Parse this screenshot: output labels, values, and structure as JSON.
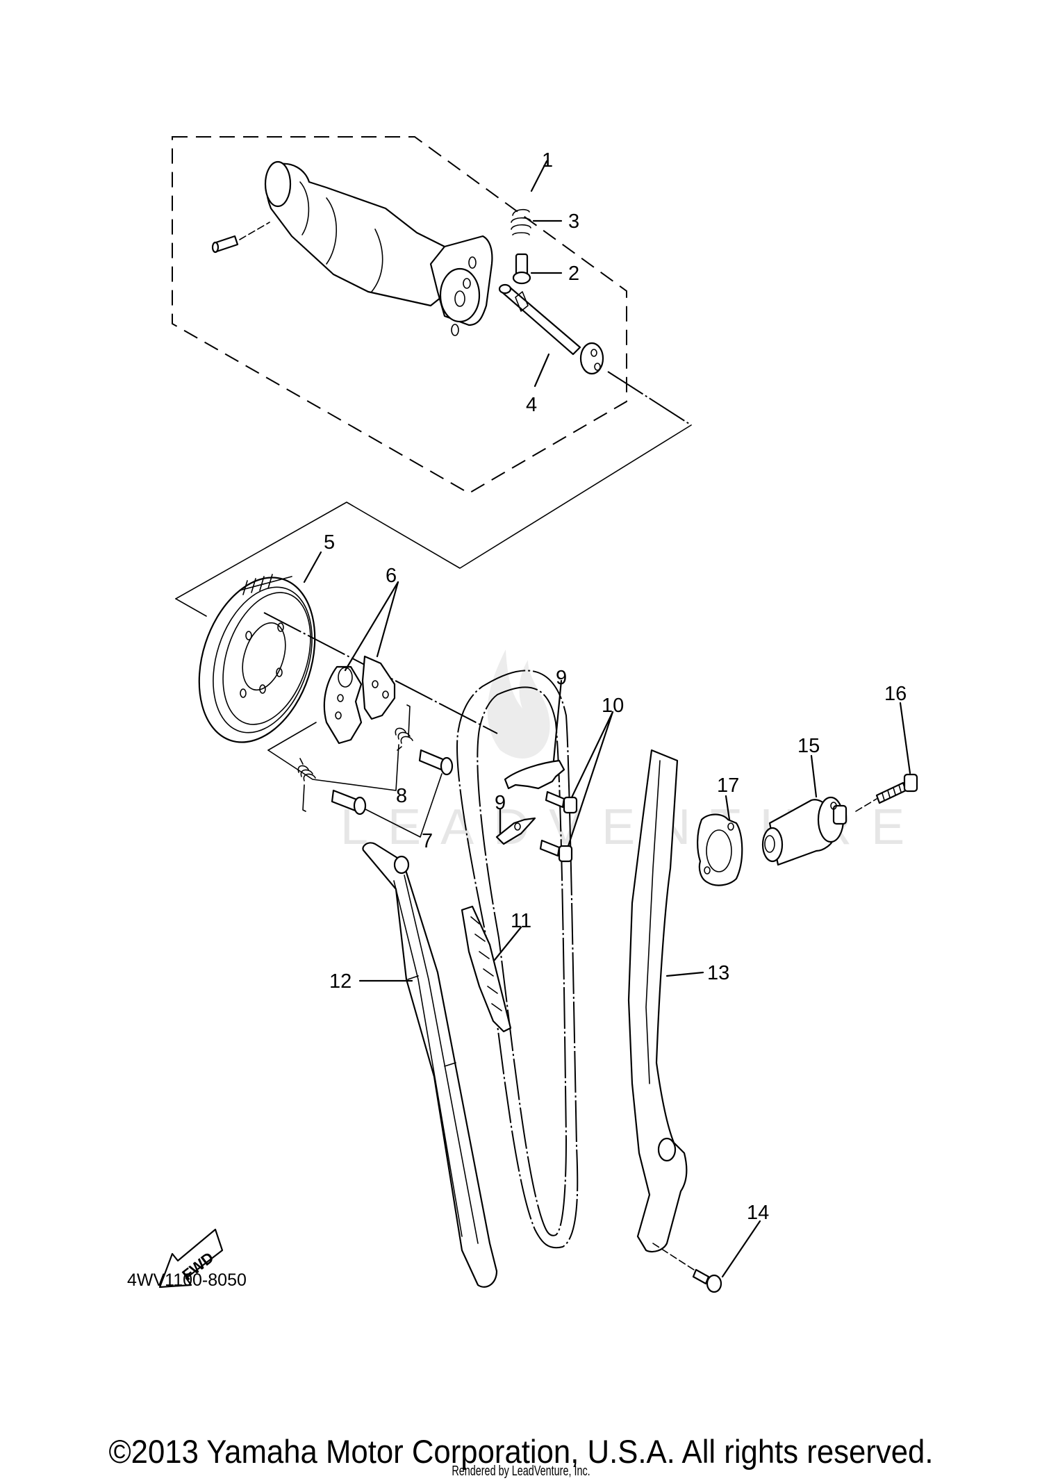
{
  "diagram": {
    "title": "Camshaft & Timing Chain",
    "watermark": "LEADVENTURE",
    "diagram_code": "4WV1100-8050",
    "fwd_label": "FWD",
    "callouts": [
      {
        "id": "1",
        "part": "camshaft-assembly"
      },
      {
        "id": "2",
        "part": "pin"
      },
      {
        "id": "3",
        "part": "spring"
      },
      {
        "id": "4",
        "part": "decompression-shaft"
      },
      {
        "id": "5",
        "part": "cam-sprocket"
      },
      {
        "id": "6",
        "part": "decompression-plates"
      },
      {
        "id": "7",
        "part": "dowel-pins"
      },
      {
        "id": "8",
        "part": "springs"
      },
      {
        "id": "9",
        "part": "lock-washer-upper"
      },
      {
        "id": "9b",
        "label": "9",
        "part": "lock-washer-lower"
      },
      {
        "id": "10",
        "part": "bolts"
      },
      {
        "id": "11",
        "part": "timing-chain"
      },
      {
        "id": "12",
        "part": "chain-guide-exhaust"
      },
      {
        "id": "13",
        "part": "chain-guide-intake"
      },
      {
        "id": "14",
        "part": "bolt"
      },
      {
        "id": "15",
        "part": "tensioner-assembly"
      },
      {
        "id": "16",
        "part": "bolt"
      },
      {
        "id": "17",
        "part": "gasket"
      }
    ],
    "labels": {
      "c1": "1",
      "c2": "2",
      "c3": "3",
      "c4": "4",
      "c5": "5",
      "c6": "6",
      "c7": "7",
      "c8": "8",
      "c9a": "9",
      "c9b": "9",
      "c10": "10",
      "c11": "11",
      "c12": "12",
      "c13": "13",
      "c14": "14",
      "c15": "15",
      "c16": "16",
      "c17": "17"
    }
  },
  "footer": {
    "copyright": "©2013 Yamaha Motor Corporation, U.S.A. All rights reserved.",
    "rendered_by": "Rendered by LeadVenture, Inc."
  }
}
